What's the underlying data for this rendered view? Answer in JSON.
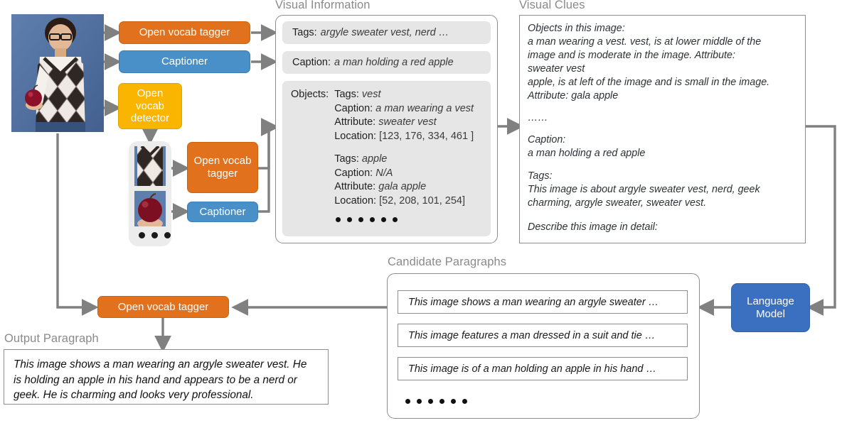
{
  "sections": {
    "visual_information": "Visual Information",
    "visual_clues": "Visual Clues",
    "candidate_paragraphs": "Candidate Paragraphs",
    "output_paragraph": "Output Paragraph"
  },
  "modules": {
    "tagger_top": "Open vocab tagger",
    "captioner_top": "Captioner",
    "detector": "Open vocab detector",
    "tagger_crop": "Open vocab tagger",
    "captioner_crop": "Captioner",
    "tagger_bottom": "Open vocab tagger",
    "language_model": "Language Model"
  },
  "visual_information": {
    "tags": {
      "label": "Tags:",
      "value": "argyle sweater vest, nerd …"
    },
    "caption": {
      "label": "Caption:",
      "value": "a man holding a red apple"
    },
    "objects": {
      "label": "Objects:",
      "entries": [
        {
          "tags_label": "Tags:",
          "tags_value": "vest",
          "caption_label": "Caption:",
          "caption_value": "a man wearing a vest",
          "attribute_label": "Attribute:",
          "attribute_value": "sweater vest",
          "location_label": "Location:",
          "location_value": "[123, 176, 334, 461 ]"
        },
        {
          "tags_label": "Tags:",
          "tags_value": "apple",
          "caption_label": "Caption:",
          "caption_value": "N/A",
          "attribute_label": "Attribute:",
          "attribute_value": "gala apple",
          "location_label": "Location:",
          "location_value": "[52, 208,  101, 254]"
        }
      ],
      "ellipsis_dots": 6
    }
  },
  "visual_clues": {
    "objects_heading": "Objects in this image:",
    "objects_line_1": "a man wearing a vest. vest, is at lower middle of the",
    "objects_line_2": "image and is moderate in the image. Attribute:",
    "objects_line_3": "sweater vest",
    "objects_line_4": "apple, is at left of the image and is small in the image.",
    "objects_line_5": "Attribute: gala apple",
    "ellipsis": "……",
    "caption_heading": "Caption:",
    "caption_text": "a man holding a red apple",
    "tags_heading": "Tags:",
    "tags_line_1": "This image is about argyle sweater vest, nerd, geek",
    "tags_line_2": "charming, argyle sweater, sweater vest.",
    "instruction": "Describe this image in detail:"
  },
  "candidates": [
    "This image shows a man wearing an argyle sweater …",
    "This image features a man dressed in a suit and tie …",
    "This image is of a man holding an apple in his hand …"
  ],
  "candidates_ellipsis_dots": 6,
  "output_paragraph": {
    "line_1": "This image shows a man wearing an argyle sweater vest. He",
    "line_2": "is holding an apple in his hand and appears to be a nerd or",
    "line_3": "geek. He is charming and looks very professional."
  },
  "crops": {
    "thumb_1": "vest-crop-thumbnail",
    "thumb_2": "apple-crop-thumbnail",
    "more_dots": 3
  },
  "input_image": "man-holding-apple-photo",
  "colors": {
    "orange": "#E2711D",
    "blue": "#4A90C8",
    "yellow": "#FAB500",
    "language_model_blue": "#3B6FBF",
    "arrow_grey": "#808080",
    "chip_grey": "#E6E6E6",
    "caption_grey": "#8A8A8A"
  }
}
